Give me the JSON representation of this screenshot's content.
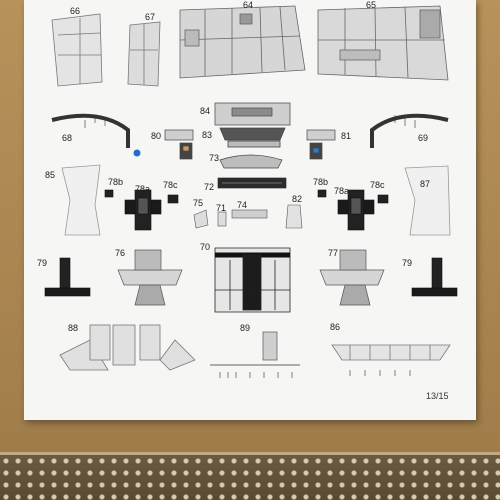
{
  "labels": {
    "p66": "66",
    "p67": "67",
    "p64": "64",
    "p65": "65",
    "p68": "68",
    "p80": "80",
    "p84": "84",
    "p83": "83",
    "p81": "81",
    "p69": "69",
    "p73": "73",
    "p85": "85",
    "p78b_l": "78b",
    "p78a_l": "78a",
    "p78c_l": "78c",
    "p72": "72",
    "p75": "75",
    "p71": "71",
    "p74": "74",
    "p82": "82",
    "p78b_r": "78b",
    "p78a_r": "78a",
    "p78c_r": "78c",
    "p87": "87",
    "p76": "76",
    "p70": "70",
    "p77": "77",
    "p79_l": "79",
    "p79_r": "79",
    "p88": "88",
    "p89": "89",
    "p86": "86"
  },
  "page_number": "13/15",
  "colors": {
    "table": "#a98450",
    "paper": "#f6f6f5",
    "accent_dot": "#1e6fd0",
    "dark": "#1a1a1a"
  }
}
